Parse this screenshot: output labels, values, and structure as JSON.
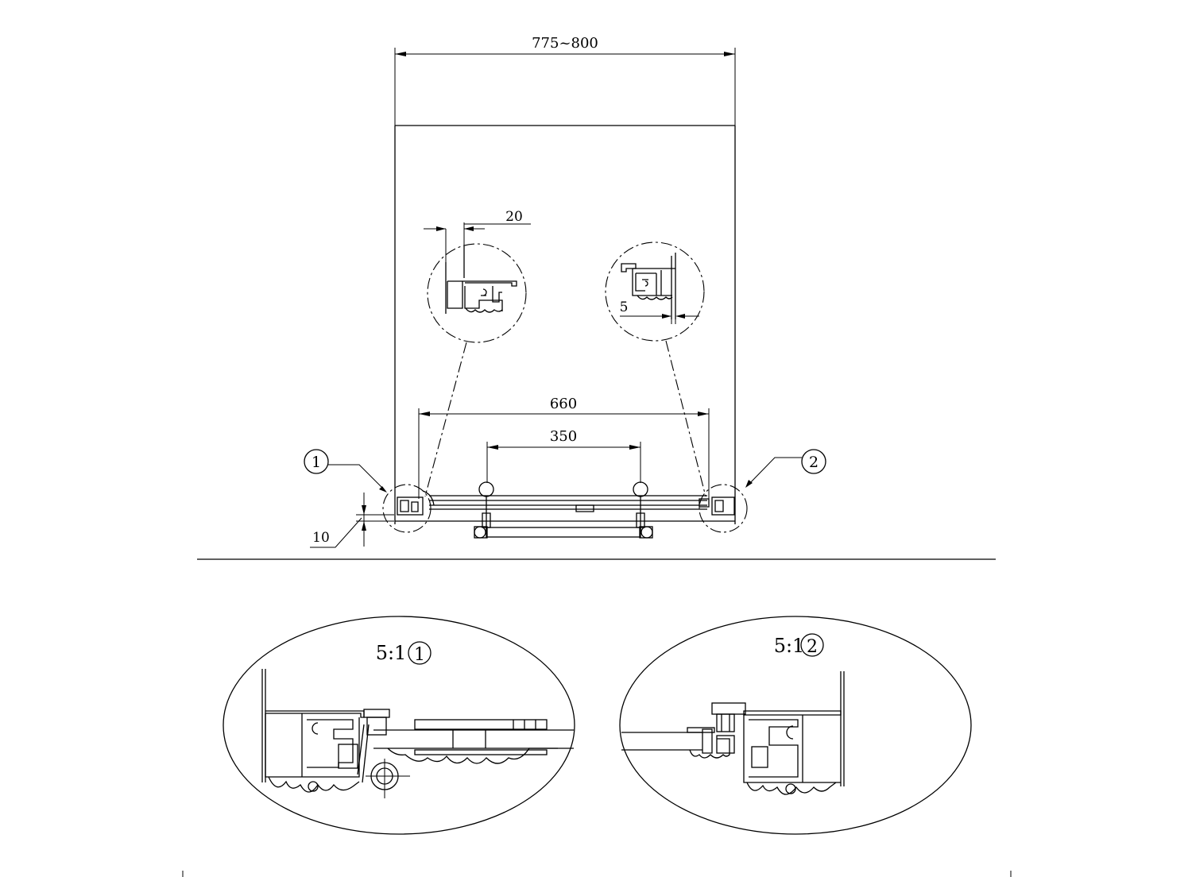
{
  "dimensions": {
    "overall_width": "775~800",
    "handle_span": "660",
    "handle_spacing": "350",
    "frame_gap": "10",
    "detail_top_gap": "20",
    "detail_side_gap": "5"
  },
  "callouts": {
    "left_marker": "1",
    "right_marker": "2"
  },
  "details": [
    {
      "scale": "5:1",
      "marker": "1"
    },
    {
      "scale": "5:1",
      "marker": "2"
    }
  ]
}
